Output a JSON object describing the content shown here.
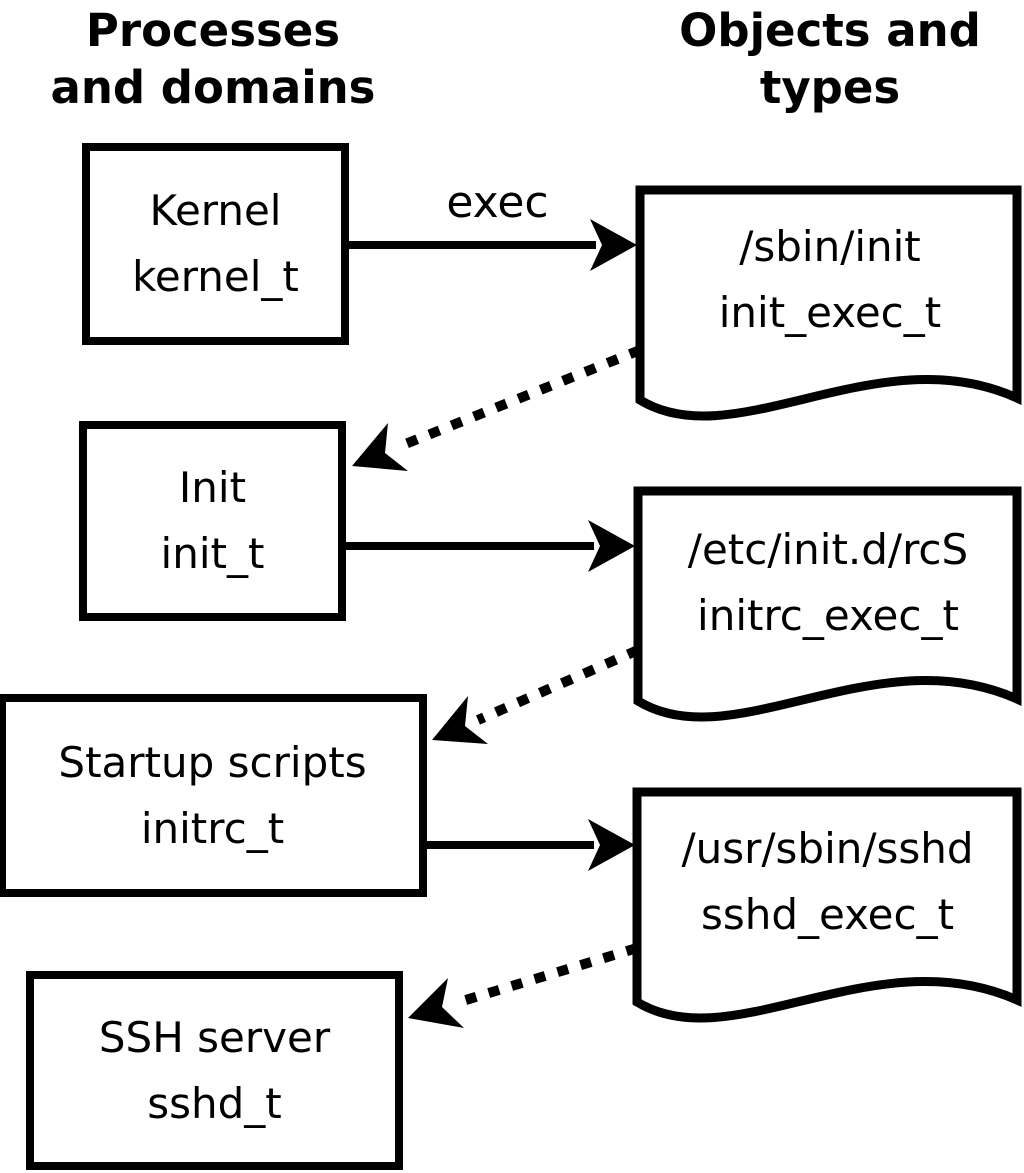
{
  "columns": {
    "left_title_line1": "Processes",
    "left_title_line2": "and domains",
    "right_title_line1": "Objects and",
    "right_title_line2": "types"
  },
  "process_boxes": [
    {
      "name": "Kernel",
      "type": "kernel_t"
    },
    {
      "name": "Init",
      "type": "init_t"
    },
    {
      "name": "Startup scripts",
      "type": "initrc_t"
    },
    {
      "name": "SSH server",
      "type": "sshd_t"
    }
  ],
  "object_docs": [
    {
      "path": "/sbin/init",
      "type": "init_exec_t"
    },
    {
      "path": "/etc/init.d/rcS",
      "type": "initrc_exec_t"
    },
    {
      "path": "/usr/sbin/sshd",
      "type": "sshd_exec_t"
    }
  ],
  "arrow_labels": {
    "exec": "exec"
  },
  "colors": {
    "line": "#000000",
    "background": "#ffffff"
  }
}
